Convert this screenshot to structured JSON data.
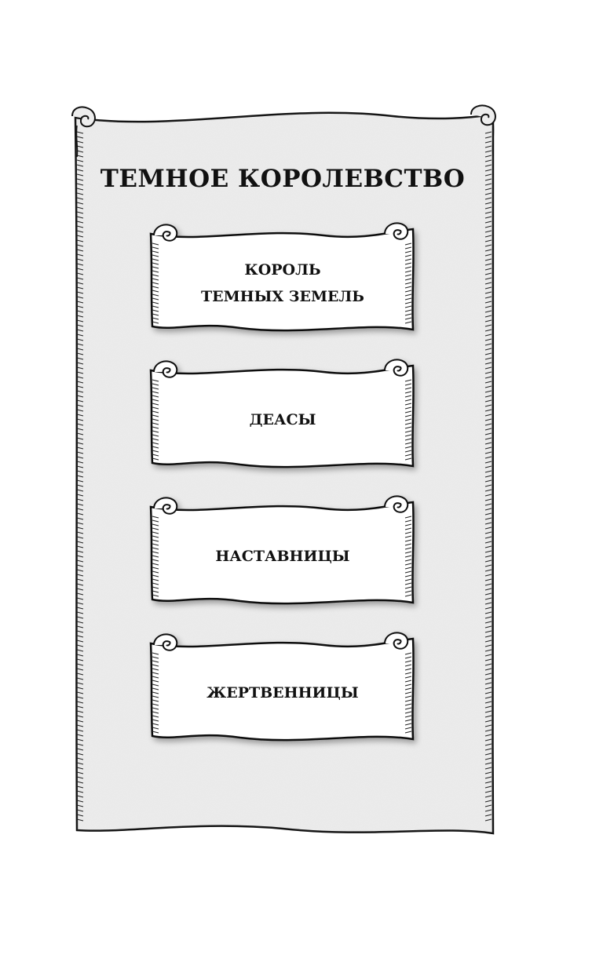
{
  "title": "ТЕМНОЕ КОРОЛЕВСТВО",
  "banners": [
    {
      "label": "КОРОЛЬ\nТЕМНЫХ ЗЕМЕЛЬ"
    },
    {
      "label": "ДЕАСЫ"
    },
    {
      "label": "НАСТАВНИЦЫ"
    },
    {
      "label": "ЖЕРТВЕННИЦЫ"
    }
  ],
  "colors": {
    "parchment": "#ededed",
    "banner": "#ffffff",
    "ink": "#111111"
  },
  "icons": [
    "scroll-curl-icon"
  ]
}
